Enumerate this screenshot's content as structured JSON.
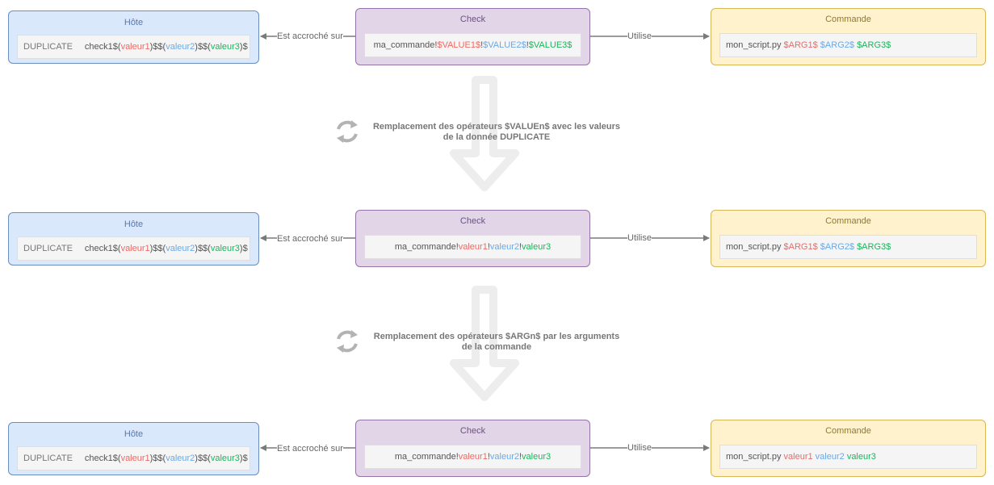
{
  "colors": {
    "hote_fill": "#dae8fc",
    "hote_stroke": "#6c8ebf",
    "check_fill": "#e1d5e7",
    "check_stroke": "#9673a6",
    "cmd_fill": "#fff2cc",
    "cmd_stroke": "#d6b656",
    "red": "#ea6b66",
    "blue": "#6aa9e6",
    "green": "#1bb55c",
    "arrow": "#7a7a7a",
    "big_arrow": "#ededed"
  },
  "icons": [
    "refresh-icon",
    "down-arrow-icon"
  ],
  "labels": {
    "attached": "Est accroché sur",
    "uses": "Utilise"
  },
  "rows": [
    {
      "hote": {
        "title": "Hôte",
        "dup": "DUPLICATE",
        "pre": "check1$(",
        "v1": "valeur1",
        "mid1": ")$$(",
        "v2": "valeur2",
        "mid2": ")$$(",
        "v3": "valeur3",
        "post": ")$"
      },
      "check": {
        "title": "Check",
        "pre": "ma_commande!",
        "a1": "$VALUE1$",
        "s1": "!",
        "a2": "$VALUE2$",
        "s2": "!",
        "a3": "$VALUE3$"
      },
      "cmd": {
        "title": "Commande",
        "pre": "mon_script.py ",
        "a1": "$ARG1$",
        "s1": " ",
        "a2": "$ARG2$",
        "s2": " ",
        "a3": "$ARG3$"
      }
    },
    {
      "hote": {
        "title": "Hôte",
        "dup": "DUPLICATE",
        "pre": "check1$(",
        "v1": "valeur1",
        "mid1": ")$$(",
        "v2": "valeur2",
        "mid2": ")$$(",
        "v3": "valeur3",
        "post": ")$"
      },
      "check": {
        "title": "Check",
        "pre": "ma_commande!",
        "a1": "valeur1",
        "s1": "!",
        "a2": "valeur2",
        "s2": "!",
        "a3": "valeur3"
      },
      "cmd": {
        "title": "Commande",
        "pre": "mon_script.py ",
        "a1": "$ARG1$",
        "s1": " ",
        "a2": "$ARG2$",
        "s2": " ",
        "a3": "$ARG3$"
      }
    },
    {
      "hote": {
        "title": "Hôte",
        "dup": "DUPLICATE",
        "pre": "check1$(",
        "v1": "valeur1",
        "mid1": ")$$(",
        "v2": "valeur2",
        "mid2": ")$$(",
        "v3": "valeur3",
        "post": ")$"
      },
      "check": {
        "title": "Check",
        "pre": "ma_commande!",
        "a1": "valeur1",
        "s1": "!",
        "a2": "valeur2",
        "s2": "!",
        "a3": "valeur3"
      },
      "cmd": {
        "title": "Commande",
        "pre": "mon_script.py ",
        "a1": "valeur1",
        "s1": " ",
        "a2": "valeur2",
        "s2": " ",
        "a3": "valeur3"
      }
    }
  ],
  "steps": [
    {
      "line1": "Remplacement des opérateurs $VALUEn$ avec les valeurs",
      "line2": "de la donnée DUPLICATE"
    },
    {
      "line1": "Remplacement des opérateurs $ARGn$ par les arguments",
      "line2": "de la commande"
    }
  ]
}
